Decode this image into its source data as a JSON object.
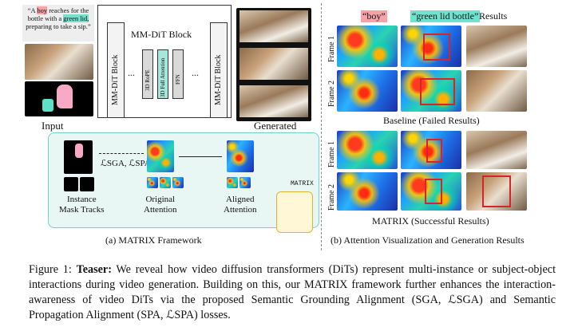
{
  "left_panel": {
    "prompt_prefix": "“A ",
    "prompt_boy": "boy",
    "prompt_mid": " reaches",
    "prompt_mid2": " for the bottle with a ",
    "prompt_green": "green lid,",
    "prompt_suffix": " preparing to take a sip.”",
    "input_label": "Input",
    "generated_label": "Generated",
    "mmdit_outer": "MM-DiT Block",
    "mmdit_left": "MM-DiT Block",
    "mmdit_right": "MM-DiT Block",
    "rope": "3D RoPE",
    "attn": "3D Full Attention",
    "ffn": "FFN",
    "dots": "...",
    "loss_label": "ℒSGA, ℒSPA",
    "instance_label": "Instance\nMask Tracks",
    "original_label": "Original\nAttention",
    "aligned_label": "Aligned\nAttention",
    "matrix_mascot_text": "MATRIX",
    "panel_caption": "(a) MATRIX Framework"
  },
  "right_panel": {
    "col_boy": "“boy”",
    "col_bottle": "“green lid bottle”",
    "col_results": "Results",
    "frame1": "Frame 1",
    "frame2": "Frame 2",
    "baseline_caption": "Baseline (Failed Results)",
    "matrix_caption": "MATRIX (Successful Results)",
    "panel_caption": "(b) Attention Visualization and Generation Results"
  },
  "figure_caption": {
    "prefix": "Figure 1: ",
    "bold": "Teaser:",
    "text": " We reveal how video diffusion transformers (DiTs) represent multi-instance or subject-object interactions during video generation. Building on this, our MATRIX framework further enhances the interaction-awareness of video DiTs via the proposed Semantic Grounding Alignment (SGA, ℒSGA) and Semantic Propagation Alignment (SPA, ℒSPA) losses."
  },
  "colors": {
    "boy_highlight": "#f4a3a8",
    "green_highlight": "#6fe3cf",
    "panel_accent": "#6fd3c6",
    "red_box": "#d8232a"
  }
}
